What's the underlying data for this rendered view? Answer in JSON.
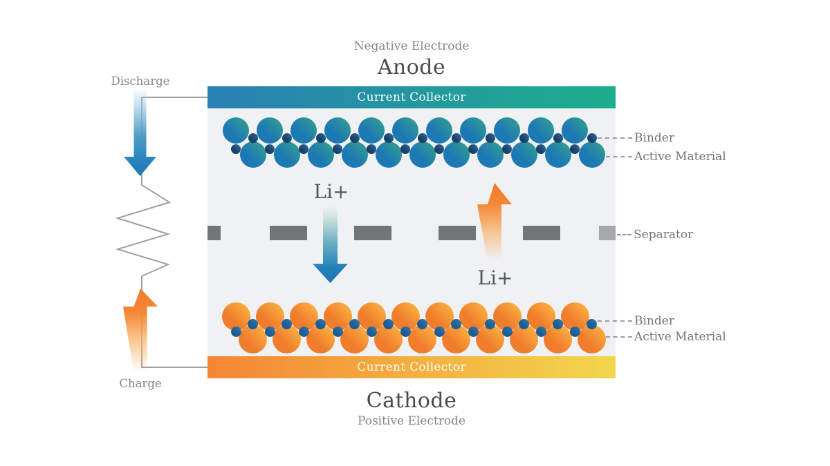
{
  "header": {
    "subtitle": "Negative Electrode",
    "title": "Anode"
  },
  "footer": {
    "title": "Cathode",
    "subtitle": "Positive Electrode"
  },
  "collectors": {
    "top_label": "Current Collector",
    "bottom_label": "Current Collector"
  },
  "circuit": {
    "discharge_label": "Discharge",
    "charge_label": "Charge"
  },
  "ions": {
    "down_label": "Li+",
    "up_label": "Li+"
  },
  "side_labels": {
    "binder_top": "Binder",
    "active_material_top": "Active Material",
    "separator": "Separator",
    "binder_bottom": "Binder",
    "active_material_bottom": "Active Material"
  },
  "colors": {
    "body_background": "#f0f1f3",
    "top_collector_gradient": [
      "#2a80b5",
      "#1cae8b"
    ],
    "bottom_collector_gradient": [
      "#f58634",
      "#f2d74e"
    ],
    "wire": "#9fa0a3",
    "separator_dash": "#737477",
    "separator_dash_light": "#a6a8ab",
    "discharge_arrow": "#2b86bf",
    "charge_arrow": "#f58634"
  },
  "particles": {
    "anode": {
      "per_row": 11,
      "rows": 2,
      "big_from": "#1d79b4",
      "big_to": "#36a28b",
      "dot_from": "#1a4067",
      "dot_to": "#2e6f9d"
    },
    "cathode": {
      "per_row": 11,
      "rows": 2,
      "big_from": "#f07d2c",
      "big_to": "#fdbb45",
      "dot_from": "#1d5d94",
      "dot_to": "#3579af"
    }
  },
  "separator": {
    "dash_count": 6
  }
}
